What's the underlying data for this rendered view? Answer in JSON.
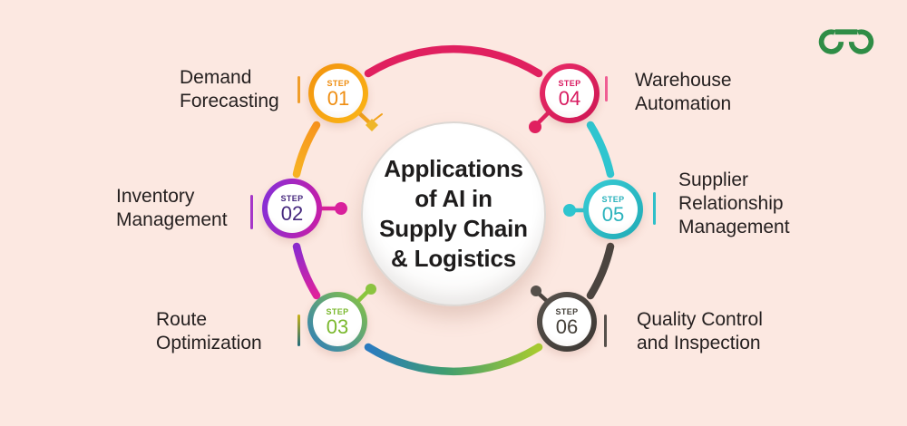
{
  "background_color": "#fce8e1",
  "brand": {
    "name": "GeeksforGeeks",
    "color": "#2f8d46"
  },
  "center": {
    "title": "Applications of AI in Supply Chain & Logistics",
    "title_lines": [
      "Applications",
      "of AI in",
      "Supply Chain",
      "& Logistics"
    ]
  },
  "steps": [
    {
      "step_word": "STEP",
      "number": "01",
      "label": "Demand Forecasting",
      "label_lines": [
        "Demand",
        "Forecasting"
      ],
      "ring_colors": [
        "#f2920f",
        "#fbb616"
      ],
      "ring_angle": 135,
      "text_color": "#ef8e12",
      "accent": "#f2a21b",
      "tick": "#f09d2a",
      "dot_color": "#eeb62a",
      "dot_shape": "diamond"
    },
    {
      "step_word": "STEP",
      "number": "02",
      "label": "Inventory Management",
      "label_lines": [
        "Inventory",
        "Management"
      ],
      "ring_colors": [
        "#8330d8",
        "#cb1da4"
      ],
      "ring_angle": 100,
      "text_color": "#45277d",
      "accent": "#d9219c",
      "tick": "#a636c8",
      "dot_color": "#d9219c",
      "dot_shape": "circle"
    },
    {
      "step_word": "STEP",
      "number": "03",
      "label": "Route Optimization",
      "label_lines": [
        "Route",
        "Optimization"
      ],
      "ring_colors": [
        "#2b7bc0",
        "#8bc63f"
      ],
      "ring_angle": 45,
      "text_color": "#7ab82d",
      "accent": "#8bc63f",
      "tick": [
        "#c9b118",
        "#206b7c"
      ],
      "dot_color": "#8bc63f",
      "dot_shape": "circle"
    },
    {
      "step_word": "STEP",
      "number": "04",
      "label": "Warehouse Automation",
      "label_lines": [
        "Warehouse",
        "Automation"
      ],
      "ring_colors": [
        "#ea2d68",
        "#cd1653"
      ],
      "ring_angle": 135,
      "text_color": "#d81b60",
      "accent": "#e0205f",
      "tick": "#ef5e93",
      "dot_color": "#e0205f",
      "dot_shape": "circle"
    },
    {
      "step_word": "STEP",
      "number": "05",
      "label": "Supplier Relationship Management",
      "label_lines": [
        "Supplier",
        "Relationship",
        "Management"
      ],
      "ring_colors": [
        "#38cdd6",
        "#21aab5"
      ],
      "ring_angle": 135,
      "text_color": "#2cb3bd",
      "accent": "#2fc5cf",
      "tick": "#2fc0c9",
      "dot_color": "#2fc5cf",
      "dot_shape": "circle"
    },
    {
      "step_word": "STEP",
      "number": "06",
      "label": "Quality Control and Inspection",
      "label_lines": [
        "Quality Control",
        "and Inspection"
      ],
      "ring_colors": [
        "#5a544e",
        "#3a3531"
      ],
      "ring_angle": 135,
      "text_color": "#454039",
      "accent": "#4b443f",
      "tick": "#56504b",
      "dot_color": "#55504b",
      "dot_shape": "circle"
    }
  ],
  "arc_colors": {
    "top": "#e0205f",
    "right_upper": "#2fc5cf",
    "right_lower": "#4b443f",
    "bottom": [
      "#2b7bc0",
      "#3f9d70",
      "#a9cb2f"
    ],
    "left_upper": [
      "#f7941d",
      "#f7b323"
    ],
    "left_lower": [
      "#8a2bd0",
      "#e0219c"
    ]
  }
}
